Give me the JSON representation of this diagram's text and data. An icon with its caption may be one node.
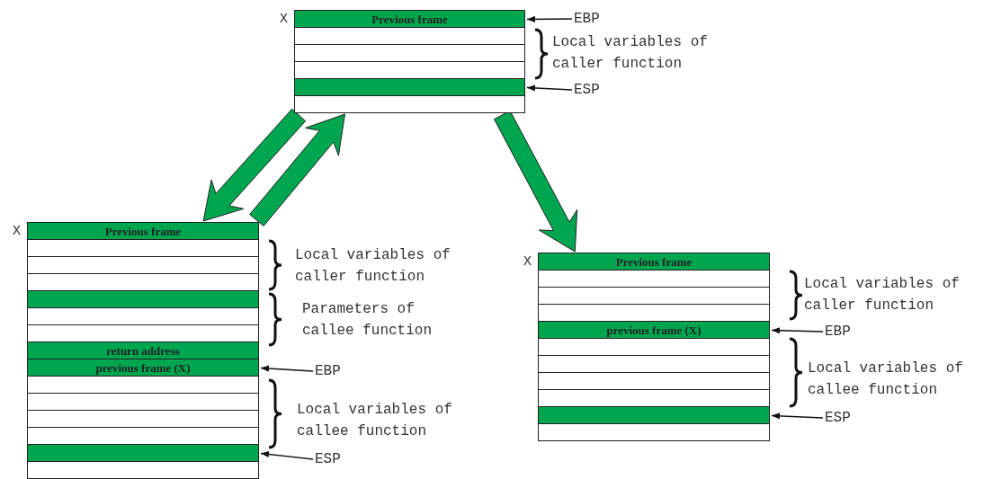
{
  "diagram": {
    "nodes": [
      {
        "text": [],
        "shape": "box",
        "beside": [
          "X"
        ]
      },
      {
        "text": [
          "Previous frame"
        ],
        "in": 0
      },
      {
        "text": [],
        "shape": "box",
        "in": 0
      },
      {
        "text": [],
        "shape": "box",
        "in": 0
      },
      {
        "text": [],
        "shape": "box",
        "in": 0
      },
      {
        "text": [],
        "shape": "bar",
        "in": 0
      },
      {
        "text": [],
        "shape": "box",
        "in": 0
      },
      {
        "text": [
          "EBP"
        ]
      },
      {
        "text": [
          "ESP"
        ]
      },
      {
        "text": [],
        "shape": "box",
        "beside": [
          "X"
        ]
      },
      {
        "text": [
          "Previous frame"
        ],
        "in": 9
      },
      {
        "text": [],
        "shape": "box",
        "in": 9
      },
      {
        "text": [],
        "shape": "box",
        "in": 9
      },
      {
        "text": [],
        "shape": "box",
        "in": 9
      },
      {
        "text": [],
        "shape": "bar",
        "in": 9
      },
      {
        "text": [],
        "shape": "box",
        "in": 9
      },
      {
        "text": [],
        "shape": "box",
        "in": 9
      },
      {
        "text": [
          "return address"
        ],
        "in": 9
      },
      {
        "text": [
          "previous frame (X)"
        ],
        "in": 9
      },
      {
        "text": [],
        "shape": "box",
        "in": 9
      },
      {
        "text": [],
        "shape": "box",
        "in": 9
      },
      {
        "text": [],
        "shape": "box",
        "in": 9
      },
      {
        "text": [],
        "shape": "box",
        "in": 9
      },
      {
        "text": [],
        "shape": "bar",
        "in": 9
      },
      {
        "text": [],
        "shape": "box",
        "in": 9
      },
      {
        "text": [
          "EBP"
        ]
      },
      {
        "text": [
          "ESP"
        ]
      },
      {
        "text": [],
        "shape": "box",
        "beside": [
          "X"
        ]
      },
      {
        "text": [
          "Previous frame"
        ],
        "in": 27
      },
      {
        "text": [],
        "shape": "box",
        "in": 27
      },
      {
        "text": [],
        "shape": "box",
        "in": 27
      },
      {
        "text": [],
        "shape": "box",
        "in": 27
      },
      {
        "text": [
          "previous frame (X)"
        ],
        "in": 27
      },
      {
        "text": [],
        "shape": "box",
        "in": 27
      },
      {
        "text": [],
        "shape": "box",
        "in": 27
      },
      {
        "text": [],
        "shape": "box",
        "in": 27
      },
      {
        "text": [],
        "shape": "box",
        "in": 27
      },
      {
        "text": [],
        "shape": "bar",
        "in": 27
      },
      {
        "text": [],
        "shape": "box",
        "in": 27
      },
      {
        "text": [
          "EBP"
        ]
      },
      {
        "text": [
          "ESP"
        ]
      }
    ],
    "edges": [
      {
        "from": 7,
        "to": 1,
        "arrow": "to"
      },
      {
        "from": 8,
        "to": 5,
        "arrow": "to"
      },
      {
        "from": 0,
        "to": 9,
        "arrow": "to"
      },
      {
        "from": 9,
        "to": 0,
        "arrow": "to"
      },
      {
        "from": 0,
        "to": 27,
        "arrow": "to"
      },
      {
        "from": 25,
        "to": 18,
        "arrow": "to"
      },
      {
        "from": 26,
        "to": 23,
        "arrow": "to"
      },
      {
        "from": 39,
        "to": 32,
        "arrow": "to"
      },
      {
        "from": 40,
        "to": 37,
        "arrow": "to"
      }
    ],
    "labels": [
      "Local variables of caller function",
      "Local variables of caller function",
      "Parameters of callee function",
      "Local variables of callee function",
      "Local variables of caller function",
      "Local variables of callee function"
    ]
  }
}
